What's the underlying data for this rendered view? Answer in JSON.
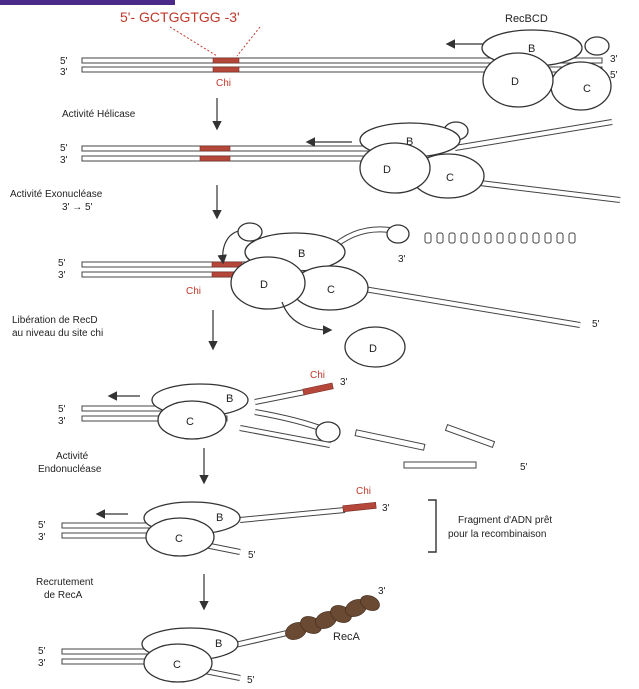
{
  "top_sequence": "5'- GCTGGTGG -3'",
  "protein_complex": "RecBCD",
  "chi": "Chi",
  "protein_B": "B",
  "protein_C": "C",
  "protein_D": "D",
  "protein_RecA": "RecA",
  "end_5": "5'",
  "end_3": "3'",
  "steps": {
    "helicase": "Activité Hélicase",
    "exonuclease_1": "Activité Exonucléase",
    "exonuclease_2": "3' → 5'",
    "recd_release_1": "Libération de RecD",
    "recd_release_2": "au niveau du site chi",
    "endonuclease_1": "Activité",
    "endonuclease_2": "Endonucléase",
    "reca_1": "Recrutement",
    "reca_2": "de RecA"
  },
  "fragment": {
    "line1": "Fragment d'ADN prêt",
    "line2": "pour la recombinaison"
  }
}
